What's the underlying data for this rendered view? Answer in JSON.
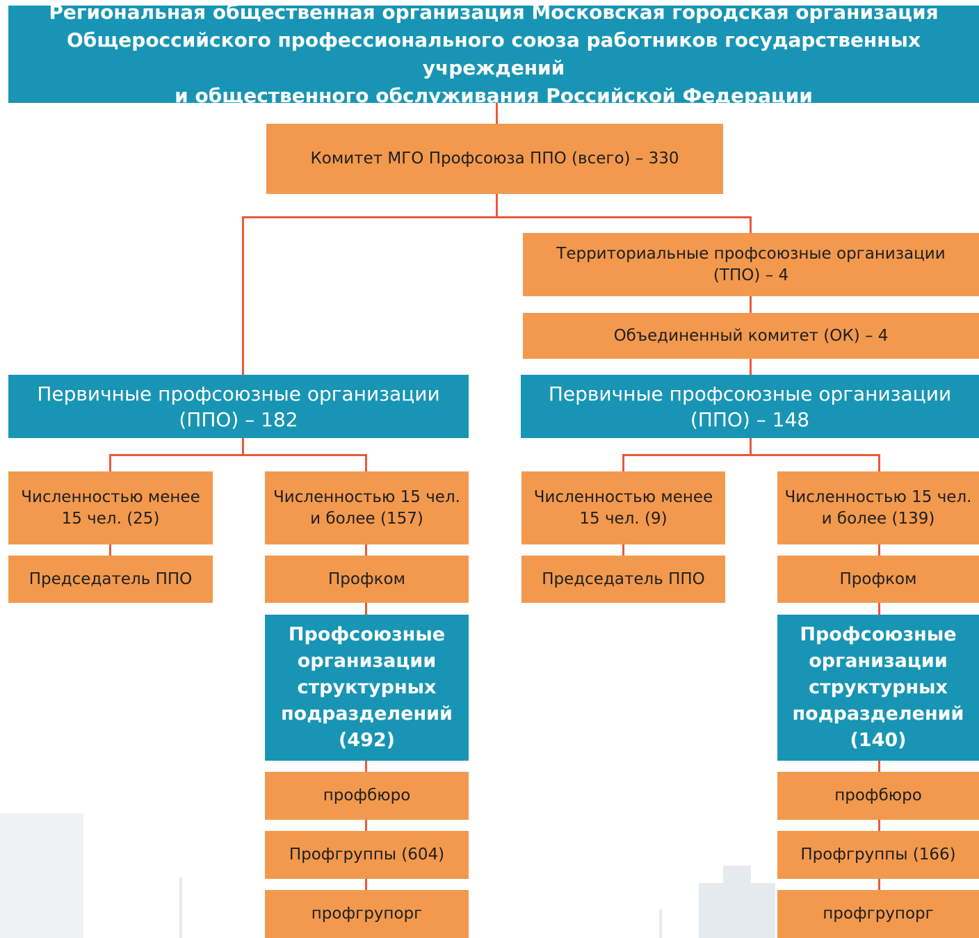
{
  "root": "Региональная общественная организация Московская городская организация\nОбщероссийского профессионального союза работников государственных учреждений\nи общественного обслуживания Российской Федерации",
  "committee": "Комитет МГО Профсоюза ППО (всего) – 330",
  "tpo": "Территориальные профсоюзные организации\n(ТПО) – 4",
  "ok": "Объединенный комитет (ОК) – 4",
  "left": {
    "ppo": "Первичные профсоюзные организации\n(ППО) – 182",
    "small": {
      "label": "Численностью менее\n15 чел. (25)",
      "chair": "Председатель ППО"
    },
    "large": {
      "label": "Численностью 15 чел.\nи более (157)",
      "profkom": "Профком",
      "structural": "Профсоюзные\nорганизации\nструктурных\nподразделений\n(492)",
      "profburo": "профбюро",
      "profgroups": "Профгруппы (604)",
      "proforg": "профгрупорг"
    }
  },
  "right": {
    "ppo": "Первичные профсоюзные организации\n(ППО) – 148",
    "small": {
      "label": "Численностью менее\n15 чел. (9)",
      "chair": "Председатель ППО"
    },
    "large": {
      "label": "Численностью 15 чел.\nи более (139)",
      "profkom": "Профком",
      "structural": "Профсоюзные\nорганизации\nструктурных\nподразделений\n(140)",
      "profburo": "профбюро",
      "profgroups": "Профгруппы (166)",
      "proforg": "профгрупорг"
    }
  },
  "colors": {
    "teal": "#1895b4",
    "orange": "#f2994e",
    "connector": "#e9593a"
  }
}
